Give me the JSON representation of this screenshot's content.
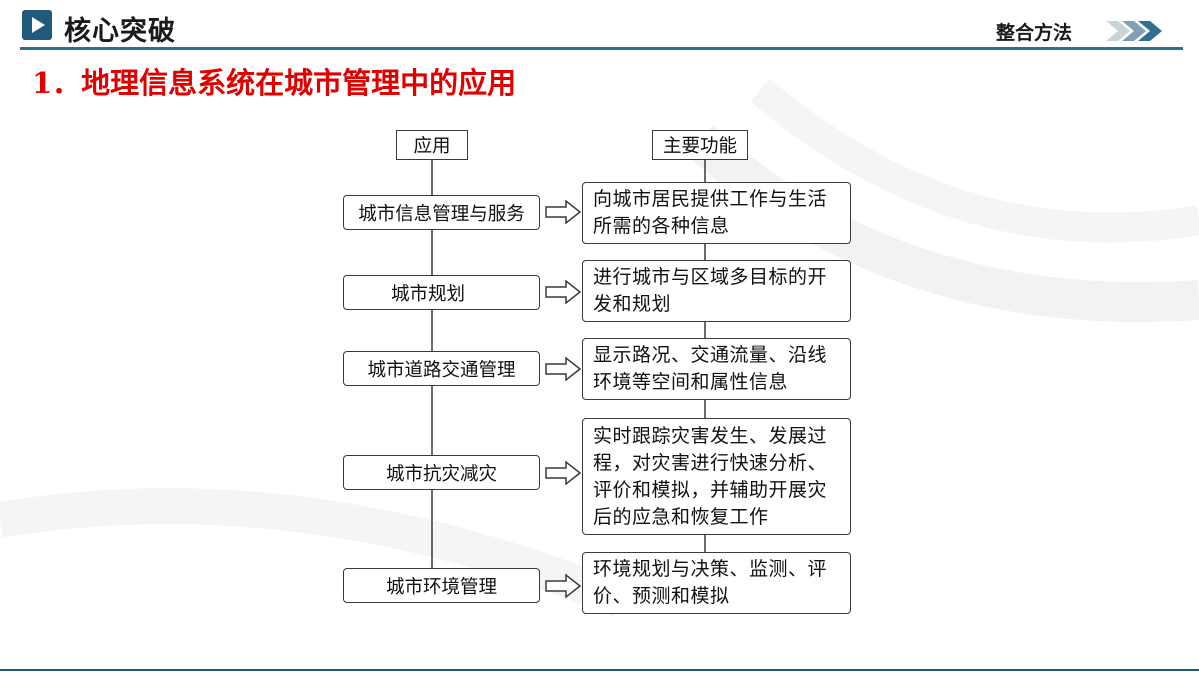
{
  "header": {
    "title": "核心突破",
    "right_label": "整合方法",
    "accent_color": "#1f5a7a"
  },
  "section": {
    "title": "1．地理信息系统在城市管理中的应用",
    "title_color": "#e00000"
  },
  "diagram": {
    "app_header": "应用",
    "func_header": "主要功能",
    "rows": [
      {
        "application": "城市信息管理与服务",
        "function": "向城市居民提供工作与生活所需的各种信息"
      },
      {
        "application": "城市规划",
        "function": "进行城市与区域多目标的开发和规划"
      },
      {
        "application": "城市道路交通管理",
        "function": "显示路况、交通流量、沿线环境等空间和属性信息"
      },
      {
        "application": "城市抗灾减灾",
        "function": "实时跟踪灾害发生、发展过程，对灾害进行快速分析、评价和模拟，并辅助开展灾后的应急和恢复工作"
      },
      {
        "application": "城市环境管理",
        "function": "环境规划与决策、监测、评价、预测和模拟"
      }
    ]
  }
}
